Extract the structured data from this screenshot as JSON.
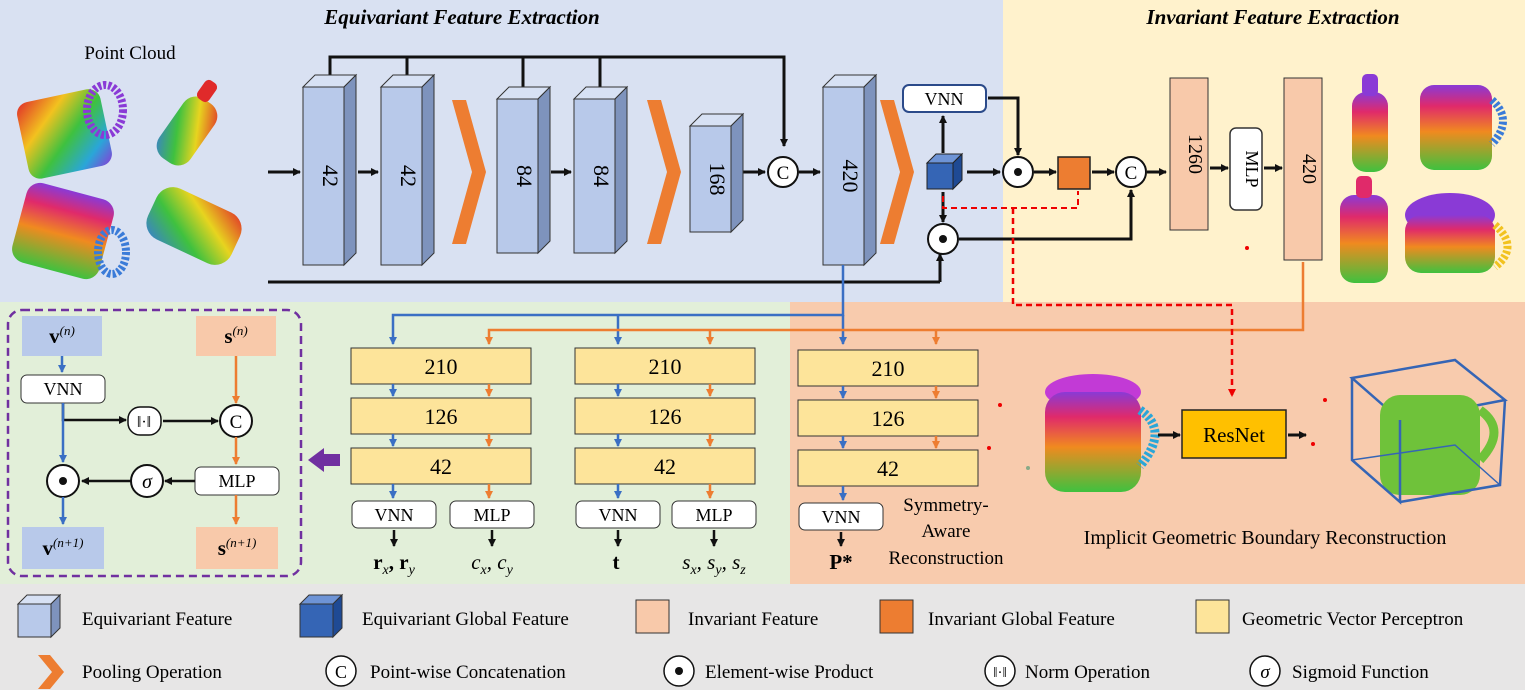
{
  "titles": {
    "equivariant": "Equivariant Feature Extraction",
    "invariant": "Invariant Feature Extraction",
    "point_cloud": "Point Cloud"
  },
  "blocks": {
    "b1": "42",
    "b2": "42",
    "b3": "84",
    "b4": "84",
    "b5": "168",
    "b6": "420",
    "inv1": "1260",
    "inv_mlp": "MLP",
    "inv2": "420",
    "vnn_top": "VNN"
  },
  "symbols": {
    "concat": "C",
    "product": "•",
    "norm": "‖·‖",
    "sigma": "σ"
  },
  "gvp_detail": {
    "v_in": "v",
    "v_in_sup": "(n)",
    "s_in": "s",
    "s_in_sup": "(n)",
    "vnn": "VNN",
    "mlp": "MLP",
    "v_out": "v",
    "v_out_sup": "(n+1)",
    "s_out": "s",
    "s_out_sup": "(n+1)"
  },
  "heads": {
    "layers": [
      "210",
      "126",
      "42"
    ],
    "rot": {
      "vnn": "VNN",
      "mlp": "MLP",
      "out_left": "r",
      "out_left_sub1": "x",
      "out_left_sub2": "y",
      "out_right": "c",
      "out_right_sub1": "x",
      "out_right_sub2": "y"
    },
    "trans": {
      "vnn": "VNN",
      "mlp": "MLP",
      "out_left": "t",
      "out_right": "s",
      "out_right_subs": [
        "x",
        "y",
        "z"
      ]
    },
    "sym": {
      "vnn": "VNN",
      "out": "P*",
      "label_1": "Symmetry-",
      "label_2": "Aware",
      "label_3": "Reconstruction"
    }
  },
  "implicit": {
    "resnet": "ResNet",
    "label": "Implicit Geometric Boundary Reconstruction"
  },
  "legend": [
    {
      "label": "Equivariant Feature"
    },
    {
      "label": "Equivariant Global Feature"
    },
    {
      "label": "Invariant Feature"
    },
    {
      "label": "Invariant Global Feature"
    },
    {
      "label": "Geometric Vector Perceptron"
    },
    {
      "label": "Pooling Operation"
    },
    {
      "label": "Point-wise Concatenation"
    },
    {
      "label": "Element-wise Product"
    },
    {
      "label": "Norm Operation"
    },
    {
      "label": "Sigmoid Function"
    }
  ],
  "colors": {
    "equivariant": "#b8c9ea",
    "equivariant_global": "#3565b5",
    "invariant": "#f8c9aa",
    "invariant_global": "#ed7d31",
    "gvp": "#fde49a",
    "resnet": "#ffc000",
    "bg_blue": "#d9e1f2",
    "bg_yellow": "#fff2cc",
    "bg_green": "#e2efd9",
    "bg_orange": "#f8cbad",
    "bg_legend": "#e7e6e6"
  }
}
